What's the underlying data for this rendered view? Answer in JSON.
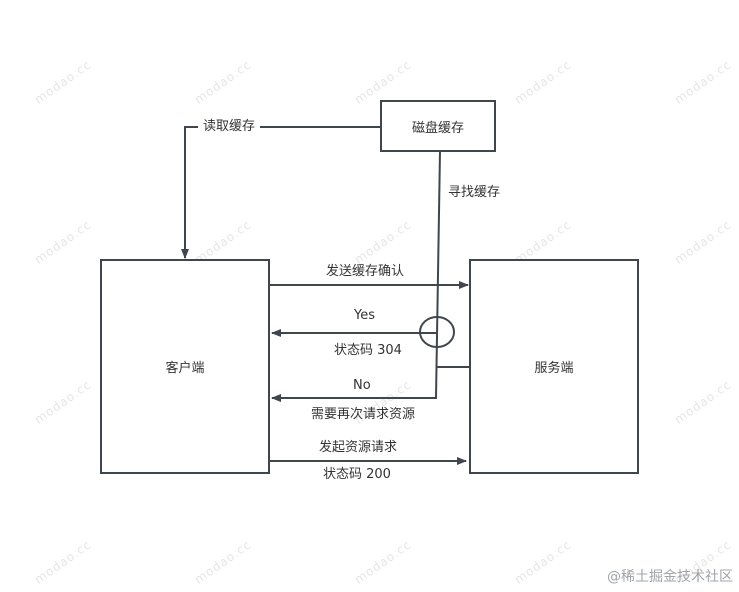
{
  "nodes": {
    "client": "客户端",
    "server": "服务端",
    "disk_cache": "磁盘缓存"
  },
  "edges": {
    "read_cache": "读取缓存",
    "find_cache": "寻找缓存",
    "send_confirm": "发送缓存确认",
    "yes": "Yes",
    "status_304": "状态码 304",
    "no": "No",
    "need_request": "需要再次请求资源",
    "send_request": "发起资源请求",
    "status_200": "状态码 200"
  },
  "watermark": "modao.cc",
  "credit": "@稀土掘金技术社区",
  "colors": {
    "line": "#3f464d",
    "text": "#333333",
    "watermark": "#e6e6e6"
  }
}
